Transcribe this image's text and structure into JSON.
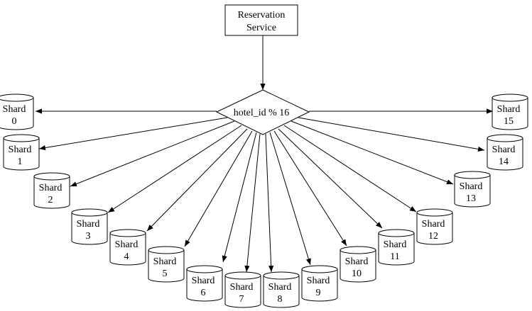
{
  "service": {
    "line1": "Reservation",
    "line2": "Service"
  },
  "router": {
    "label": "hotel_id % 16"
  },
  "shards": [
    {
      "label": "Shard",
      "index": "0"
    },
    {
      "label": "Shard",
      "index": "1"
    },
    {
      "label": "Shard",
      "index": "2"
    },
    {
      "label": "Shard",
      "index": "3"
    },
    {
      "label": "Shard",
      "index": "4"
    },
    {
      "label": "Shard",
      "index": "5"
    },
    {
      "label": "Shard",
      "index": "6"
    },
    {
      "label": "Shard",
      "index": "7"
    },
    {
      "label": "Shard",
      "index": "8"
    },
    {
      "label": "Shard",
      "index": "9"
    },
    {
      "label": "Shard",
      "index": "10"
    },
    {
      "label": "Shard",
      "index": "11"
    },
    {
      "label": "Shard",
      "index": "12"
    },
    {
      "label": "Shard",
      "index": "13"
    },
    {
      "label": "Shard",
      "index": "14"
    },
    {
      "label": "Shard",
      "index": "15"
    }
  ]
}
